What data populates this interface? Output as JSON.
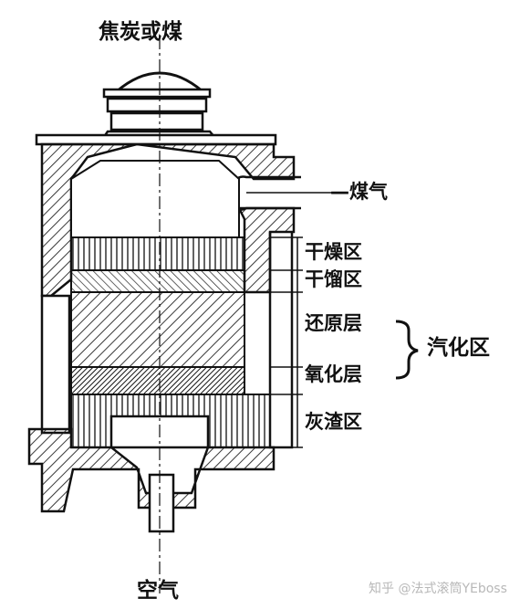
{
  "title_top": "焦炭或煤",
  "gas_outlet": "—煤气",
  "zones": {
    "drying": "干燥区",
    "distillation": "干馏区",
    "reduction": "还原层",
    "oxidation": "氧化层",
    "ash": "灰渣区"
  },
  "gasification_zone": "汽化区",
  "air_inlet": "空气",
  "watermark": "知乎 @法式滚筒YEboss"
}
